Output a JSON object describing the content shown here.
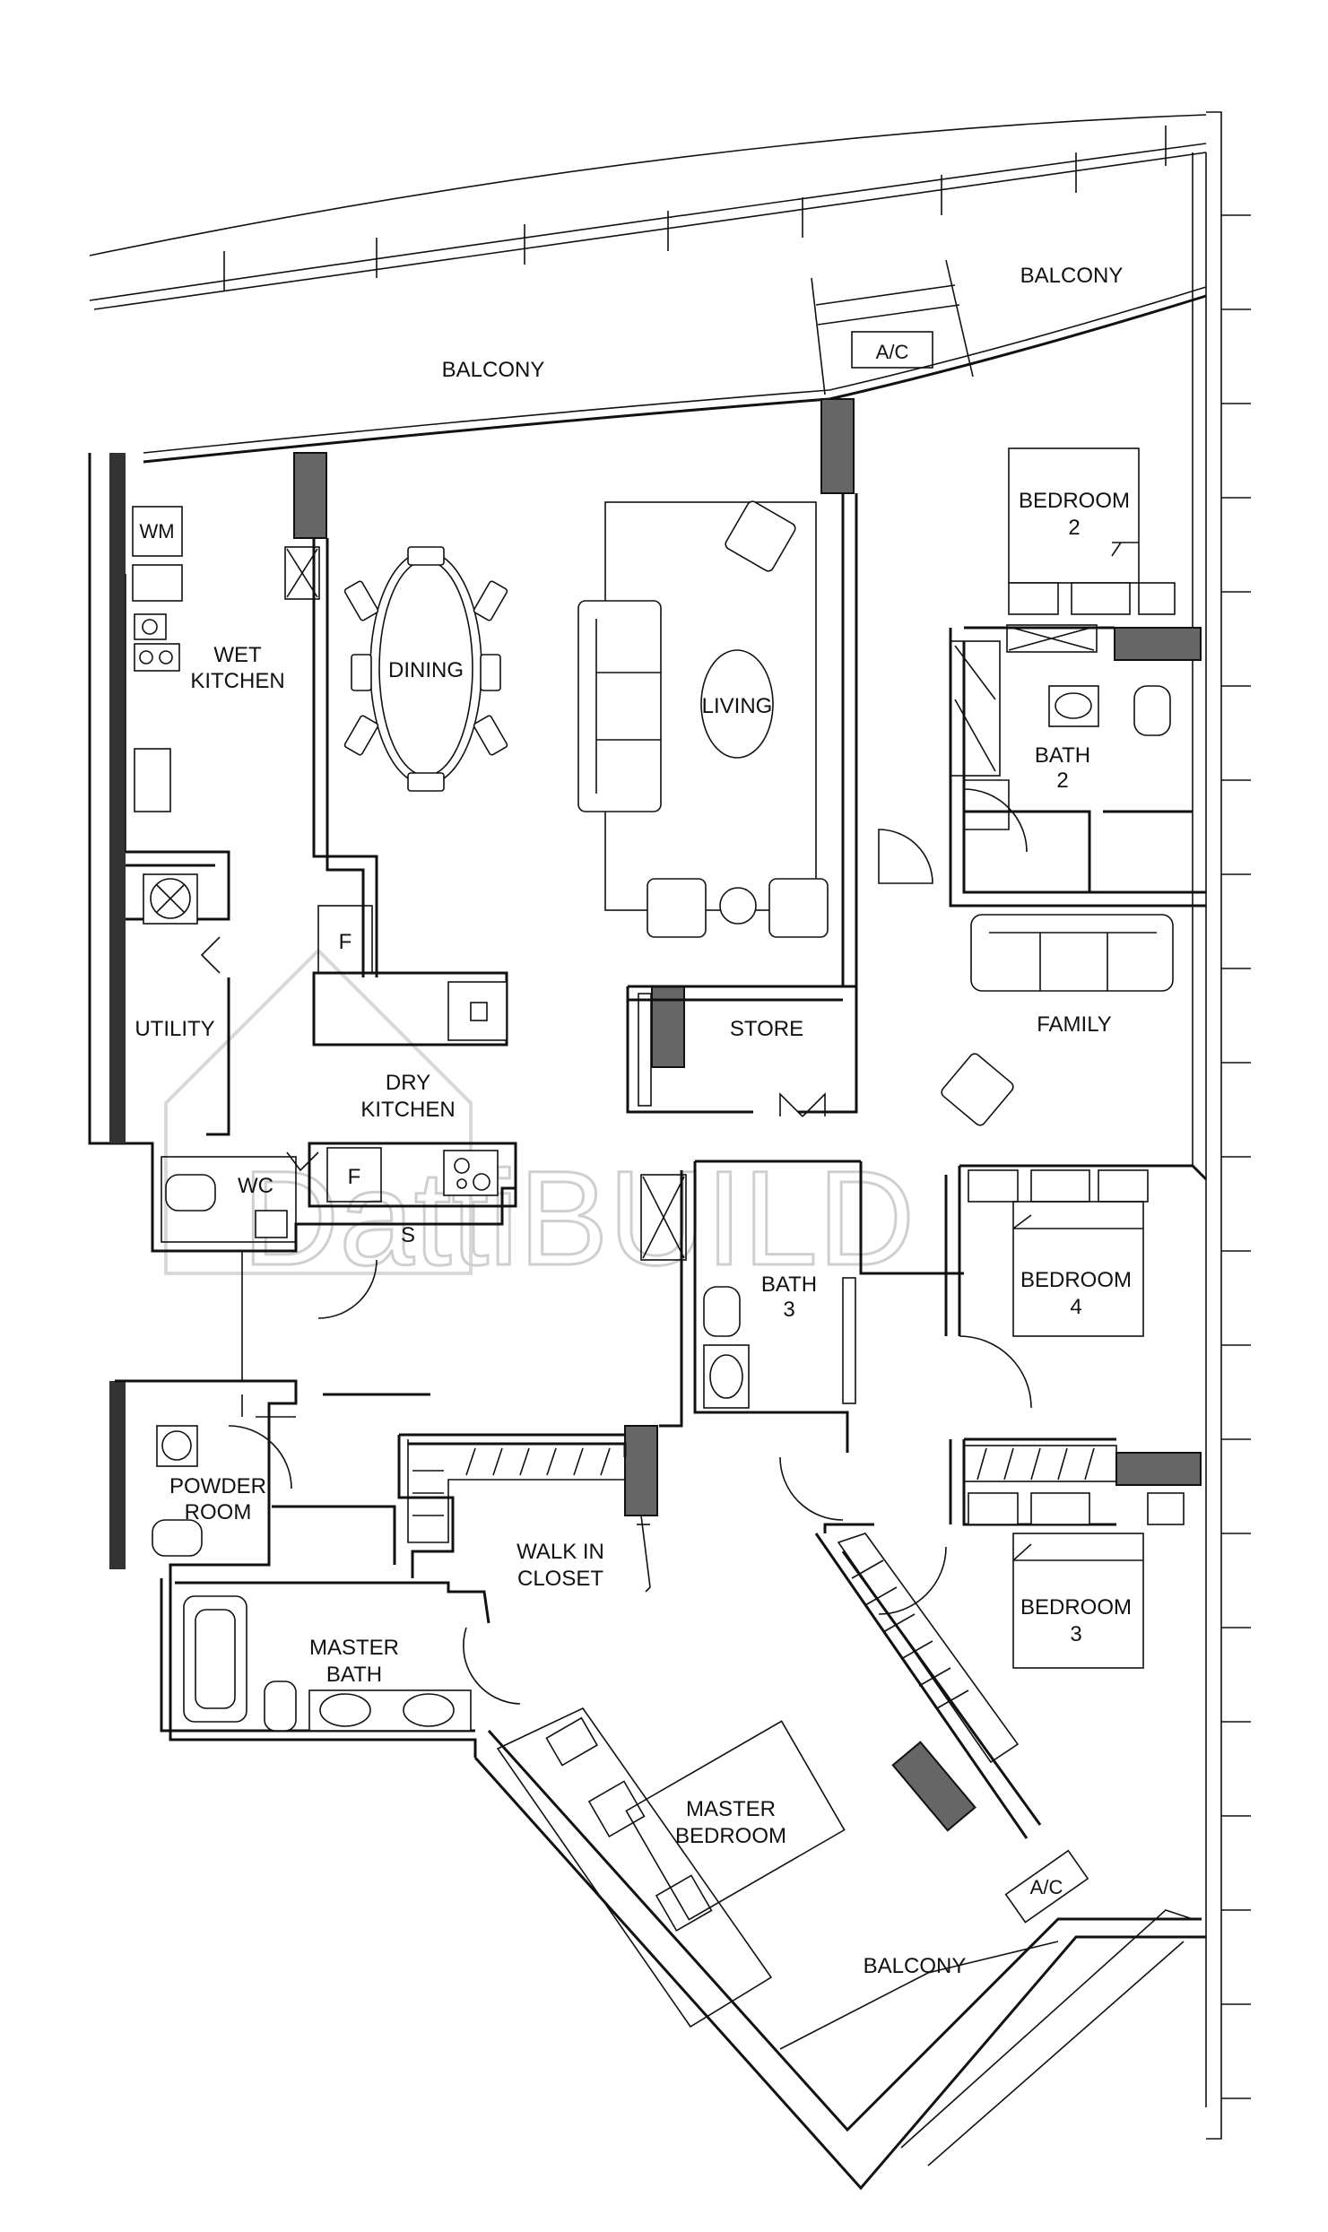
{
  "rooms": {
    "balcony_main": "BALCONY",
    "balcony_right": "BALCONY",
    "balcony_bottom": "BALCONY",
    "ac_top": "A/C",
    "ac_bottom": "A/C",
    "wm": "WM",
    "wet_kitchen": [
      "WET",
      "KITCHEN"
    ],
    "dining": "DINING",
    "living": "LIVING",
    "bedroom2": [
      "BEDROOM",
      "2"
    ],
    "bath2": [
      "BATH",
      "2"
    ],
    "family": "FAMILY",
    "utility": "UTILITY",
    "fridge1": "F",
    "fridge2": "F",
    "store": "STORE",
    "dry_kitchen": [
      "DRY",
      "KITCHEN"
    ],
    "wc": "WC",
    "s": "S",
    "bath3": [
      "BATH",
      "3"
    ],
    "bedroom4": [
      "BEDROOM",
      "4"
    ],
    "powder_room": [
      "POWDER",
      "ROOM"
    ],
    "walk_in_closet": [
      "WALK IN",
      "CLOSET"
    ],
    "bedroom3": [
      "BEDROOM",
      "3"
    ],
    "master_bath": [
      "MASTER",
      "BATH"
    ],
    "master_bedroom": [
      "MASTER",
      "BEDROOM"
    ]
  },
  "watermark": "DattiBUILD",
  "icons": [
    "armchair-icon",
    "sofa-icon",
    "dining-table-icon",
    "bed-icon",
    "toilet-icon",
    "basin-icon",
    "bathtub-icon",
    "stove-icon",
    "sink-icon",
    "washer-icon",
    "door-swing-icon",
    "column-icon"
  ]
}
